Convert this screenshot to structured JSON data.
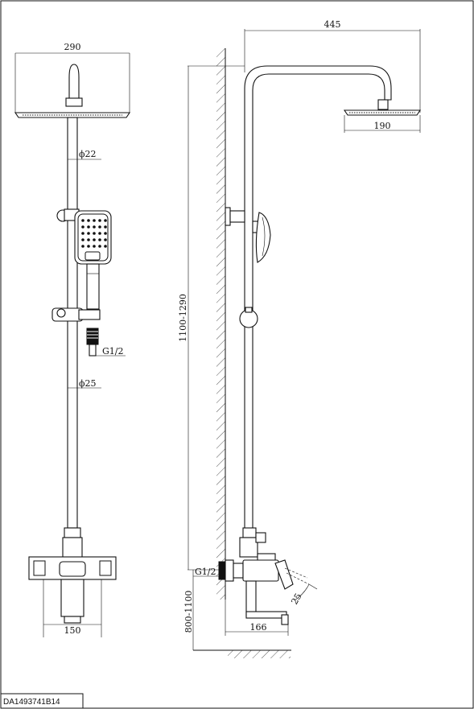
{
  "left_view": {
    "width_top": "290",
    "dia_upper": "ϕ22",
    "thread": "G1/2",
    "dia_lower": "ϕ25",
    "width_bottom": "150"
  },
  "side_view": {
    "reach": "445",
    "head_diameter": "190",
    "height_range": "1100-1290",
    "thread": "G1/2",
    "angle": "25",
    "mount_height": "800-1100",
    "spout": "166"
  },
  "footer": {
    "model_code": "DA1493741B14"
  }
}
